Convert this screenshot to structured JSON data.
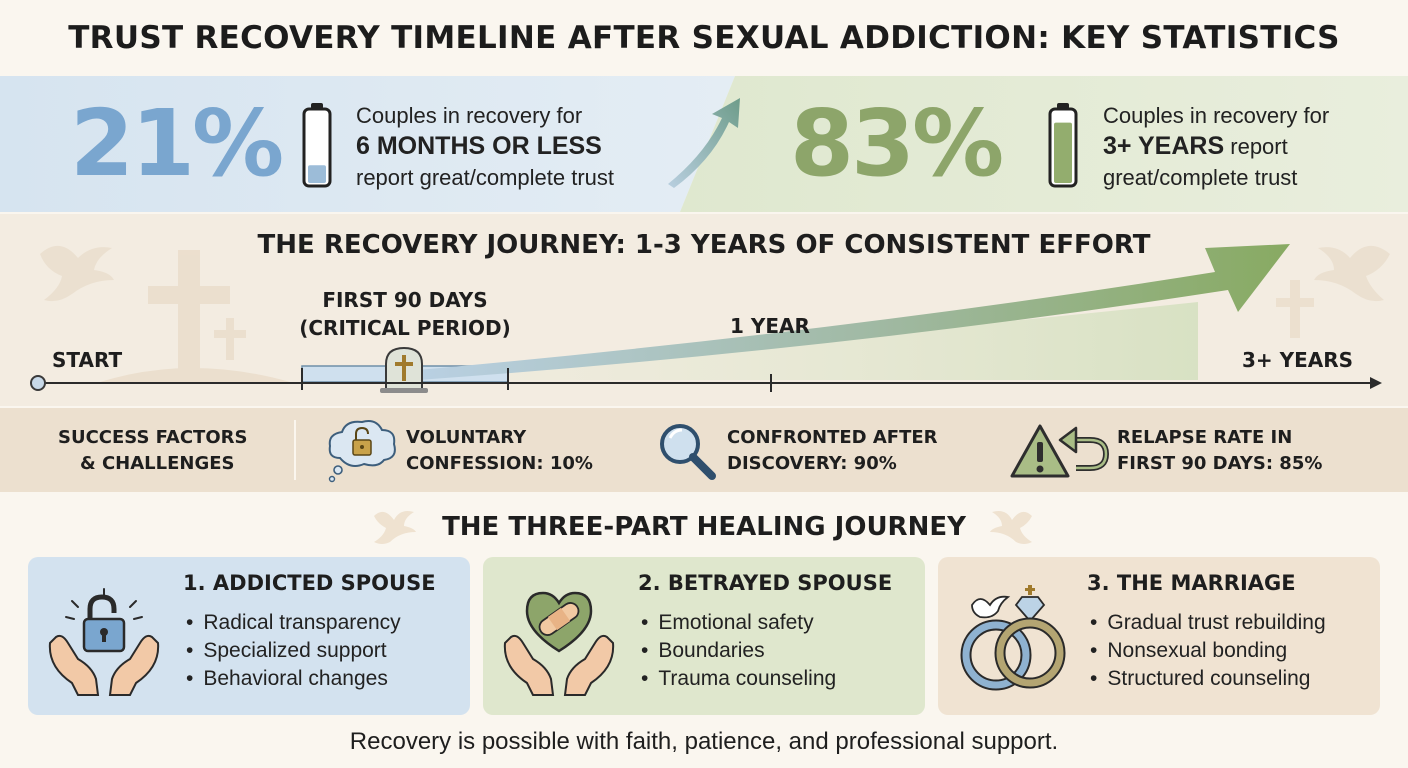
{
  "title": "TRUST RECOVERY TIMELINE AFTER SEXUAL ADDICTION: KEY STATISTICS",
  "stats": {
    "left": {
      "value": "21%",
      "line1": "Couples in recovery for",
      "line2": "6 MONTHS OR LESS",
      "line3": "report great/complete trust",
      "battery_level": 0.25,
      "color": "#7aa6cf"
    },
    "right": {
      "value": "83%",
      "line1": "Couples in recovery for",
      "line2_bold": "3+ YEARS",
      "line2_rest": " report",
      "line3": "great/complete trust",
      "battery_level": 0.85,
      "color": "#8da56a"
    }
  },
  "journey": {
    "title": "THE RECOVERY JOURNEY: 1-3 YEARS OF CONSISTENT EFFORT",
    "start": "START",
    "first90_line1": "FIRST 90 DAYS",
    "first90_line2": "(CRITICAL PERIOD)",
    "year1": "1 YEAR",
    "end": "3+ YEARS"
  },
  "factors": {
    "heading_line1": "SUCCESS FACTORS",
    "heading_line2": "& CHALLENGES",
    "items": [
      {
        "line1": "VOLUNTARY",
        "line2": "CONFESSION: 10%",
        "icon": "lock-thought-bubble-icon"
      },
      {
        "line1": "CONFRONTED AFTER",
        "line2": "DISCOVERY: 90%",
        "icon": "magnifying-glass-icon"
      },
      {
        "line1": "RELAPSE RATE IN",
        "line2": "FIRST 90 DAYS: 85%",
        "icon": "warning-relapse-icon"
      }
    ]
  },
  "healing": {
    "title": "THE THREE-PART HEALING JOURNEY",
    "cards": [
      {
        "title": "1. ADDICTED SPOUSE",
        "bullets": [
          "Radical transparency",
          "Specialized support",
          "Behavioral changes"
        ],
        "bg": "#d3e2ef",
        "icon": "hands-unlocked-padlock-icon"
      },
      {
        "title": "2. BETRAYED SPOUSE",
        "bullets": [
          "Emotional safety",
          "Boundaries",
          "Trauma counseling"
        ],
        "bg": "#dfe7cd",
        "icon": "hands-bandaged-heart-icon"
      },
      {
        "title": "3. THE MARRIAGE",
        "bullets": [
          "Gradual trust rebuilding",
          "Nonsexual bonding",
          "Structured counseling"
        ],
        "bg": "#f0e3d2",
        "icon": "wedding-rings-dove-icon"
      }
    ]
  },
  "footer": "Recovery is possible with faith, patience, and professional support."
}
